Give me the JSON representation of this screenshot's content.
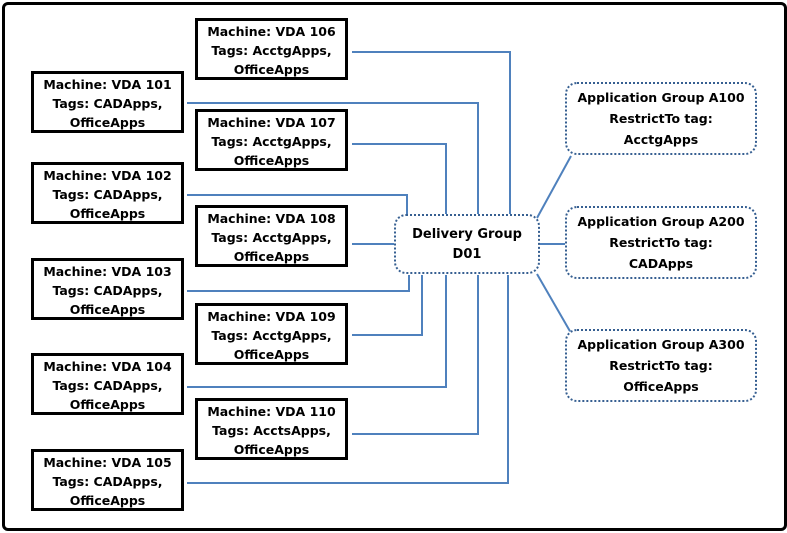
{
  "diagram": {
    "machines": [
      {
        "name": "Machine: VDA 101",
        "tags_line1": "Tags: CADApps,",
        "tags_line2": "OfficeApps"
      },
      {
        "name": "Machine: VDA 102",
        "tags_line1": "Tags: CADApps,",
        "tags_line2": "OfficeApps"
      },
      {
        "name": "Machine: VDA 103",
        "tags_line1": "Tags: CADApps,",
        "tags_line2": "OfficeApps"
      },
      {
        "name": "Machine: VDA 104",
        "tags_line1": "Tags: CADApps,",
        "tags_line2": "OfficeApps"
      },
      {
        "name": "Machine: VDA 105",
        "tags_line1": "Tags: CADApps,",
        "tags_line2": "OfficeApps"
      },
      {
        "name": "Machine: VDA 106",
        "tags_line1": "Tags: AcctgApps,",
        "tags_line2": "OfficeApps"
      },
      {
        "name": "Machine: VDA 107",
        "tags_line1": "Tags: AcctgApps,",
        "tags_line2": "OfficeApps"
      },
      {
        "name": "Machine: VDA 108",
        "tags_line1": "Tags: AcctgApps,",
        "tags_line2": "OfficeApps"
      },
      {
        "name": "Machine: VDA 109",
        "tags_line1": "Tags: AcctgApps,",
        "tags_line2": "OfficeApps"
      },
      {
        "name": "Machine: VDA 110",
        "tags_line1": "Tags: AcctsApps,",
        "tags_line2": "OfficeApps"
      }
    ],
    "delivery_group": {
      "title": "Delivery Group",
      "id": "D01"
    },
    "app_groups": [
      {
        "title": "Application Group A100",
        "restrict_label": "RestrictTo tag:",
        "tag": "AcctgApps"
      },
      {
        "title": "Application Group A200",
        "restrict_label": "RestrictTo tag:",
        "tag": "CADApps"
      },
      {
        "title": "Application Group A300",
        "restrict_label": "RestrictTo tag:",
        "tag": "OfficeApps"
      }
    ],
    "colors": {
      "connector_line": "#4f81bd",
      "dotted_border": "#365f91",
      "machine_border": "#000000",
      "frame_border": "#000000",
      "background": "#ffffff"
    }
  }
}
